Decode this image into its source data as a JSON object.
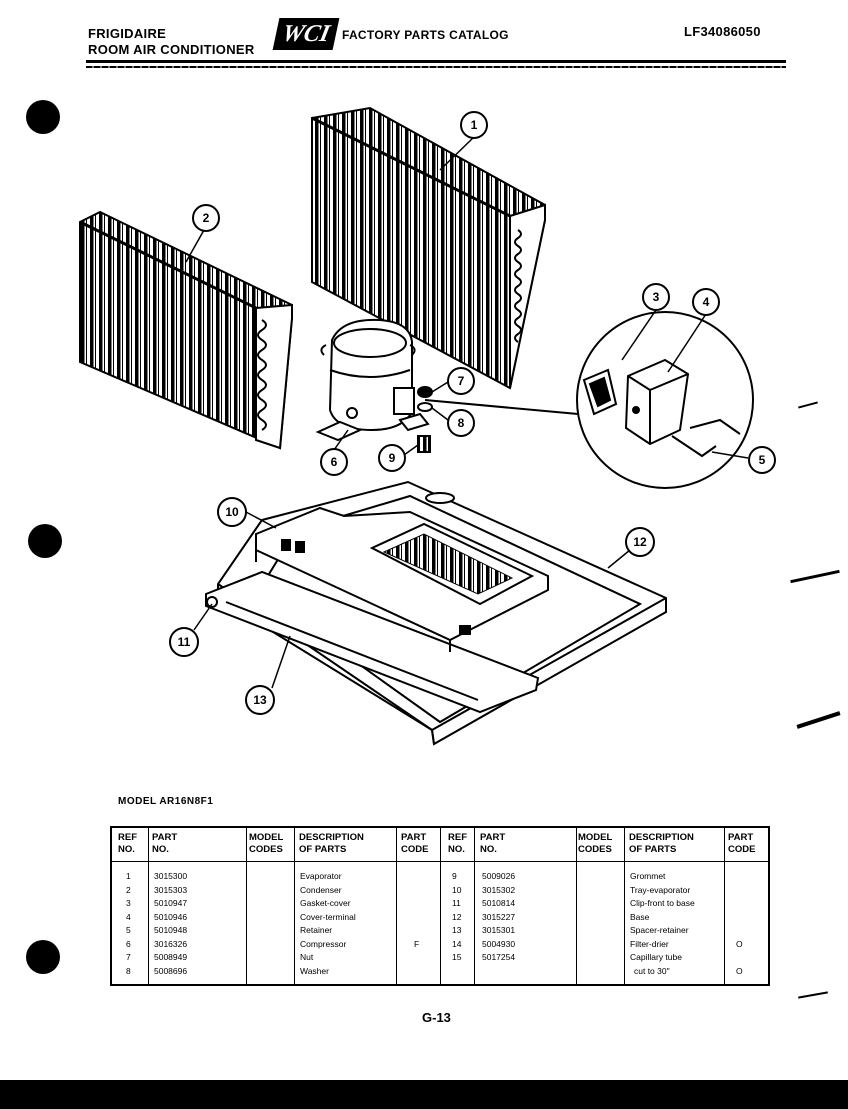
{
  "header": {
    "brand_line1": "FRIGIDAIRE",
    "brand_line2": "ROOM AIR CONDITIONER",
    "logo_text": "WCI",
    "catalog_title": "FACTORY PARTS CATALOG",
    "catalog_number": "LF34086050"
  },
  "callouts": [
    "1",
    "2",
    "3",
    "4",
    "5",
    "6",
    "7",
    "8",
    "9",
    "10",
    "11",
    "12",
    "13"
  ],
  "model_label": "MODEL AR16N8F1",
  "table": {
    "headers": {
      "ref_no": "REF\nNO.",
      "part_no": "PART\nNO.",
      "model_codes": "MODEL\nCODES",
      "description": "DESCRIPTION\nOF PARTS",
      "part_code": "PART\nCODE"
    },
    "left_rows": [
      {
        "ref": "1",
        "part": "3015300",
        "model": "",
        "desc": "Evaporator",
        "code": ""
      },
      {
        "ref": "2",
        "part": "3015303",
        "model": "",
        "desc": "Condenser",
        "code": ""
      },
      {
        "ref": "3",
        "part": "5010947",
        "model": "",
        "desc": "Gasket-cover",
        "code": ""
      },
      {
        "ref": "4",
        "part": "5010946",
        "model": "",
        "desc": "Cover-terminal",
        "code": ""
      },
      {
        "ref": "5",
        "part": "5010948",
        "model": "",
        "desc": "Retainer",
        "code": ""
      },
      {
        "ref": "6",
        "part": "3016326",
        "model": "",
        "desc": "Compressor",
        "code": "F"
      },
      {
        "ref": "7",
        "part": "5008949",
        "model": "",
        "desc": "Nut",
        "code": ""
      },
      {
        "ref": "8",
        "part": "5008696",
        "model": "",
        "desc": "Washer",
        "code": ""
      }
    ],
    "right_rows": [
      {
        "ref": "9",
        "part": "5009026",
        "model": "",
        "desc": "Grommet",
        "code": ""
      },
      {
        "ref": "10",
        "part": "3015302",
        "model": "",
        "desc": "Tray-evaporator",
        "code": ""
      },
      {
        "ref": "11",
        "part": "5010814",
        "model": "",
        "desc": "Clip-front to base",
        "code": ""
      },
      {
        "ref": "12",
        "part": "3015227",
        "model": "",
        "desc": "Base",
        "code": ""
      },
      {
        "ref": "13",
        "part": "3015301",
        "model": "",
        "desc": "Spacer-retainer",
        "code": ""
      },
      {
        "ref": "14",
        "part": "5004930",
        "model": "",
        "desc": "Filter-drier",
        "code": "O"
      },
      {
        "ref": "15",
        "part": "5017254",
        "model": "",
        "desc": "Capillary tube",
        "code": ""
      },
      {
        "ref": "",
        "part": "",
        "model": "",
        "desc": "cut to 30\"",
        "code": "O"
      }
    ]
  },
  "page_number": "G-13"
}
